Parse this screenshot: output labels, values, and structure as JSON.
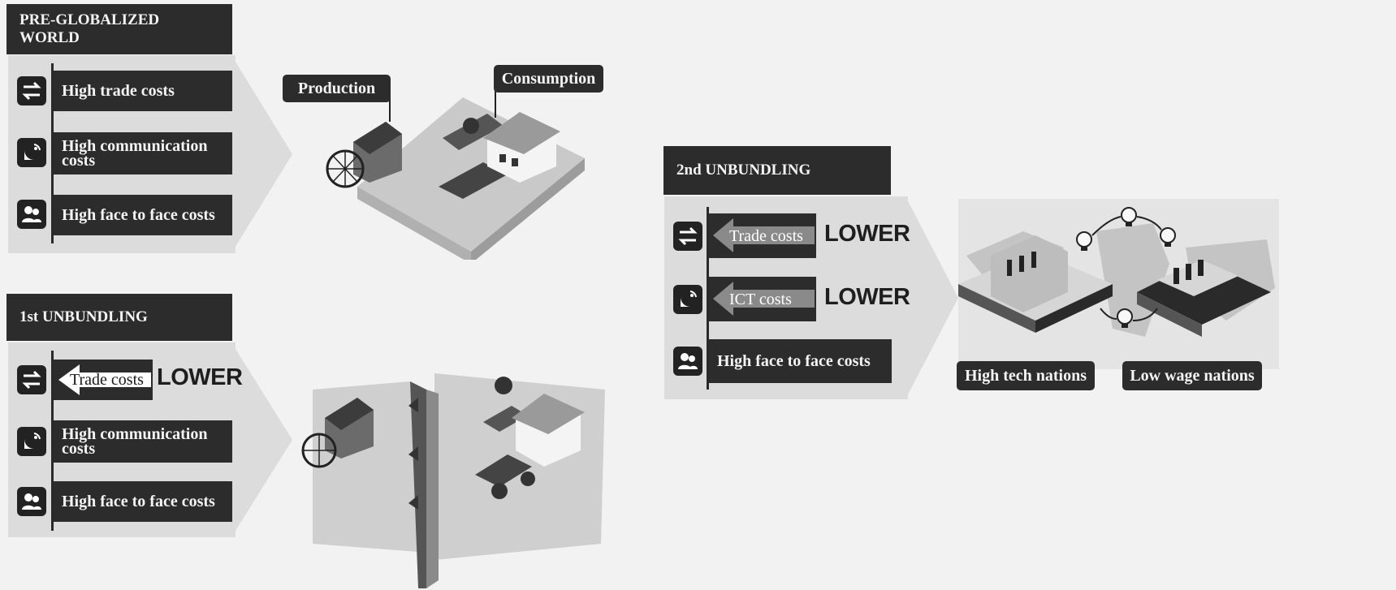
{
  "pre_globalized": {
    "header": "PRE-GLOBALIZED\nWORLD",
    "rows": [
      "High trade costs",
      "High communication costs",
      "High face to face costs"
    ],
    "production_label": "Production",
    "consumption_label": "Consumption"
  },
  "first_unbundling": {
    "header": "1st UNBUNDLING",
    "trade_arrow": "Trade costs",
    "lower": "LOWER",
    "rows": [
      "High communication costs",
      "High face to face costs"
    ]
  },
  "second_unbundling": {
    "header": "2nd UNBUNDLING",
    "trade_arrow": "Trade costs",
    "ict_arrow": "ICT costs",
    "lower_1": "LOWER",
    "lower_2": "LOWER",
    "face_row": "High face to face costs",
    "high_tech_label": "High tech nations",
    "low_wage_label": "Low wage nations"
  },
  "icons": [
    "exchange-arrows-icon",
    "satellite-dish-icon",
    "people-icon"
  ]
}
